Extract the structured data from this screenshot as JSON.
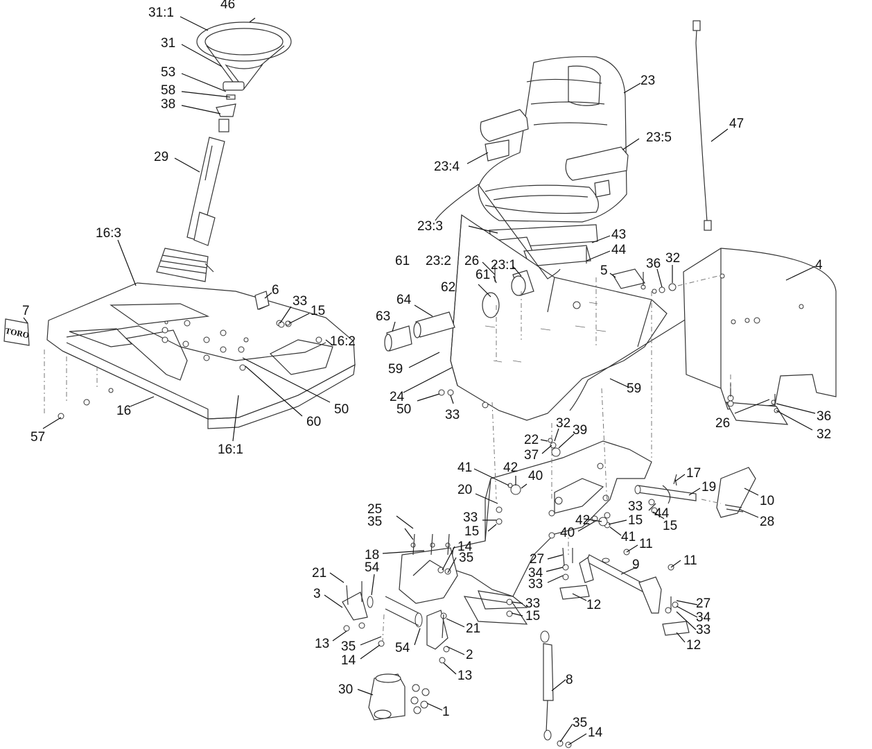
{
  "labels": [
    {
      "id": "46",
      "text": "46"
    },
    {
      "id": "31-1",
      "text": "31:1"
    },
    {
      "id": "31",
      "text": "31"
    },
    {
      "id": "53",
      "text": "53"
    },
    {
      "id": "58",
      "text": "58"
    },
    {
      "id": "38",
      "text": "38"
    },
    {
      "id": "29",
      "text": "29"
    },
    {
      "id": "16-3",
      "text": "16:3"
    },
    {
      "id": "7",
      "text": "7"
    },
    {
      "id": "6",
      "text": "6"
    },
    {
      "id": "33-a",
      "text": "33"
    },
    {
      "id": "15-a",
      "text": "15"
    },
    {
      "id": "16-2",
      "text": "16:2"
    },
    {
      "id": "50-a",
      "text": "50"
    },
    {
      "id": "60",
      "text": "60"
    },
    {
      "id": "16",
      "text": "16"
    },
    {
      "id": "16-1",
      "text": "16:1"
    },
    {
      "id": "57",
      "text": "57"
    },
    {
      "id": "23",
      "text": "23"
    },
    {
      "id": "23-5",
      "text": "23:5"
    },
    {
      "id": "23-4",
      "text": "23:4"
    },
    {
      "id": "47",
      "text": "47"
    },
    {
      "id": "23-3",
      "text": "23:3"
    },
    {
      "id": "43",
      "text": "43"
    },
    {
      "id": "44-a",
      "text": "44"
    },
    {
      "id": "61-a",
      "text": "61"
    },
    {
      "id": "23-2",
      "text": "23:2"
    },
    {
      "id": "26-a",
      "text": "26"
    },
    {
      "id": "23-1",
      "text": "23:1"
    },
    {
      "id": "61-b",
      "text": "61"
    },
    {
      "id": "62",
      "text": "62"
    },
    {
      "id": "5",
      "text": "5"
    },
    {
      "id": "36-a",
      "text": "36"
    },
    {
      "id": "32-a",
      "text": "32"
    },
    {
      "id": "4",
      "text": "4"
    },
    {
      "id": "64",
      "text": "64"
    },
    {
      "id": "63",
      "text": "63"
    },
    {
      "id": "59-a",
      "text": "59"
    },
    {
      "id": "24",
      "text": "24"
    },
    {
      "id": "50-b",
      "text": "50"
    },
    {
      "id": "33-b",
      "text": "33"
    },
    {
      "id": "59-b",
      "text": "59"
    },
    {
      "id": "26-b",
      "text": "26"
    },
    {
      "id": "36-b",
      "text": "36"
    },
    {
      "id": "32-b",
      "text": "32"
    },
    {
      "id": "22",
      "text": "22"
    },
    {
      "id": "37",
      "text": "37"
    },
    {
      "id": "32-c",
      "text": "32"
    },
    {
      "id": "39",
      "text": "39"
    },
    {
      "id": "41-a",
      "text": "41"
    },
    {
      "id": "42-a",
      "text": "42"
    },
    {
      "id": "40-a",
      "text": "40"
    },
    {
      "id": "17",
      "text": "17"
    },
    {
      "id": "19",
      "text": "19"
    },
    {
      "id": "10",
      "text": "10"
    },
    {
      "id": "20",
      "text": "20"
    },
    {
      "id": "33-c",
      "text": "33"
    },
    {
      "id": "44-b",
      "text": "44"
    },
    {
      "id": "28",
      "text": "28"
    },
    {
      "id": "25",
      "text": "25"
    },
    {
      "id": "35-a",
      "text": "35"
    },
    {
      "id": "33-d",
      "text": "33"
    },
    {
      "id": "15-b",
      "text": "15"
    },
    {
      "id": "15-c",
      "text": "15"
    },
    {
      "id": "15-d",
      "text": "15"
    },
    {
      "id": "40-b",
      "text": "40"
    },
    {
      "id": "42-b",
      "text": "42"
    },
    {
      "id": "41-b",
      "text": "41"
    },
    {
      "id": "11-a",
      "text": "11"
    },
    {
      "id": "18",
      "text": "18"
    },
    {
      "id": "14-a",
      "text": "14"
    },
    {
      "id": "35-b",
      "text": "35"
    },
    {
      "id": "27-a",
      "text": "27"
    },
    {
      "id": "34-a",
      "text": "34"
    },
    {
      "id": "33-e",
      "text": "33"
    },
    {
      "id": "9",
      "text": "9"
    },
    {
      "id": "11-b",
      "text": "11"
    },
    {
      "id": "21-a",
      "text": "21"
    },
    {
      "id": "54-a",
      "text": "54"
    },
    {
      "id": "3",
      "text": "3"
    },
    {
      "id": "33-f",
      "text": "33"
    },
    {
      "id": "15-e",
      "text": "15"
    },
    {
      "id": "12-a",
      "text": "12"
    },
    {
      "id": "27-b",
      "text": "27"
    },
    {
      "id": "34-b",
      "text": "34"
    },
    {
      "id": "33-g",
      "text": "33"
    },
    {
      "id": "13-a",
      "text": "13"
    },
    {
      "id": "35-c",
      "text": "35"
    },
    {
      "id": "14-b",
      "text": "14"
    },
    {
      "id": "54-b",
      "text": "54"
    },
    {
      "id": "21-b",
      "text": "21"
    },
    {
      "id": "2",
      "text": "2"
    },
    {
      "id": "12-b",
      "text": "12"
    },
    {
      "id": "13-b",
      "text": "13"
    },
    {
      "id": "8",
      "text": "8"
    },
    {
      "id": "30",
      "text": "30"
    },
    {
      "id": "1",
      "text": "1"
    },
    {
      "id": "35-d",
      "text": "35"
    },
    {
      "id": "14-c",
      "text": "14"
    }
  ],
  "logo_text": "TORO"
}
